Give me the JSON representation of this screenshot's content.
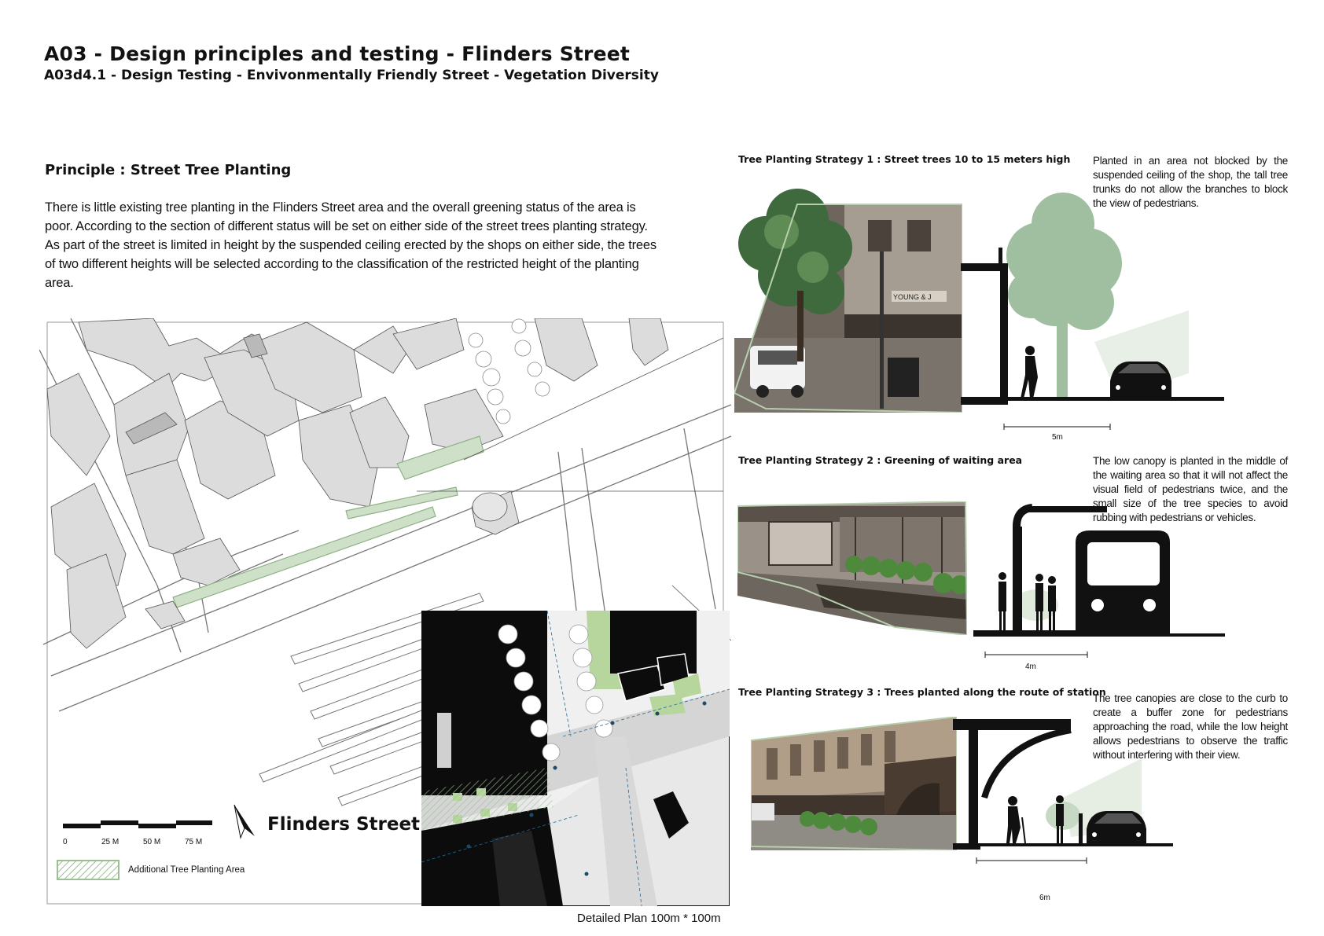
{
  "header": {
    "title": "A03 - Design principles and testing - Flinders Street",
    "subtitle": "A03d4.1 - Design Testing - Envivonmentally Friendly Street - Vegetation Diversity"
  },
  "principle": {
    "heading": "Principle : Street Tree Planting",
    "lines": [
      "There is little existing tree planting in the Flinders Street area and the overall greening status of the area is",
      "poor. According to the section of different status will be set on either side of the street trees planting strategy.",
      "As part of the street is limited in height by the suspended ceiling erected by the shops on either side, the trees",
      " of two different heights will be selected according to the classification of the restricted height of the planting",
      "area."
    ]
  },
  "map": {
    "place_name": "Flinders Street",
    "scale_labels": [
      "0",
      "25 M",
      "50 M",
      "75 M"
    ],
    "legend_label": "Additional Tree Planting Area",
    "detail_caption": "Detailed Plan 100m * 100m"
  },
  "strategies": [
    {
      "title": "Tree Planting Strategy 1 : Street trees 10 to 15 meters high",
      "description": "Planted in an area not blocked by the suspended ceiling of the shop, the tall tree trunks do not allow the branches to block the view of pedestrians.",
      "scale_label": "5m",
      "photo_sign": "YOUNG & J"
    },
    {
      "title": "Tree Planting Strategy 2 : Greening of waiting area",
      "description": "The low canopy is planted in the middle of the waiting area so that it will not affect the visual field of pedestrians twice, and the small size of the tree species to avoid rubbing with pedestrians or vehicles.",
      "scale_label": "4m"
    },
    {
      "title": "Tree Planting Strategy 3 : Trees planted along the route of station",
      "description": "The tree canopies are close to the curb to create a buffer zone for pedestrians approaching the road, while the low height allows pedestrians to observe the traffic without interfering with their view.",
      "scale_label": "6m"
    }
  ],
  "colors": {
    "tree_green": "#9fbfa0",
    "planting_green": "#a8c9a0",
    "building_grey": "#d9d9d9",
    "dark": "#1a1a1a"
  }
}
